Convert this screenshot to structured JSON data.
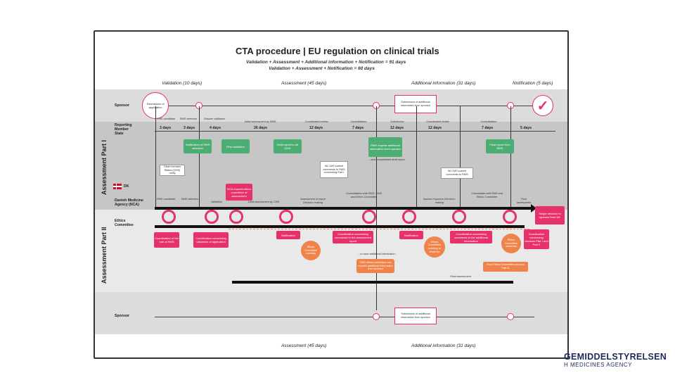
{
  "diagram": {
    "title": "CTA procedure | EU regulation on clinical trials",
    "subtitles": [
      "Validation + Assessment + Additional information + Notification = 91 days",
      "Validation + Assessment + Notification = 60 days"
    ],
    "phases_top": {
      "validation": "Validation (10 days)",
      "assessment": "Assessment (45 days)",
      "additional": "Additional information (31 days)",
      "notification": "Notification (5 days)"
    },
    "phases_bottom": {
      "assessment": "Assessment (45 days)",
      "additional": "Additional information (31 days)"
    },
    "row_labels": {
      "sponsor_top": "Sponsor",
      "rms": "Reporting Member State",
      "dk": "DK",
      "nca": "Danish Medicine Agency (NCA)",
      "ethics": "Ethics Committee",
      "sponsor_bottom": "Sponsor"
    },
    "part_labels": {
      "part1": "Assessment Part I",
      "part2": "Assessment Part II"
    },
    "sponsor_boxes": {
      "submission": "Submission of application",
      "additional_top": "Submission of additional information from sponsor",
      "additional_bottom": "Submission of additional information from sponsor"
    },
    "rms_steps": [
      {
        "title": "RMS candidate",
        "days": "3 days"
      },
      {
        "title": "RMS selection",
        "days": "3 days"
      },
      {
        "title": "Dossier validation",
        "days": "4 days"
      },
      {
        "title": "Initial assessment by RMS",
        "days": "26 days"
      },
      {
        "title": "Coordinated review",
        "days": "12 days"
      },
      {
        "title": "Consolidation",
        "days": "7 days"
      },
      {
        "title": "Submission",
        "days": "12 days"
      },
      {
        "title": "Coordinated review",
        "days": "12 days"
      },
      {
        "title": "Consolidation",
        "days": "7 days"
      },
      {
        "title": "",
        "days": "5 days"
      }
    ],
    "green_boxes": [
      "Notification of RMS selection",
      "First validation",
      "Draft report to all CMS",
      "RMS request additional information from sponsor",
      "Final report from RMS"
    ],
    "white_boxes": {
      "cms_notify": "Other member States (CMS) notify",
      "all_cms_submit": "All CMS submit comments to RMS concerning Part I",
      "all_cms_submit2": "All CMS submit comments to RMS",
      "rms_consolidate_note": "...and consolidated draft report"
    },
    "nca_labels": [
      "RMS candidate",
      "RMS selection",
      "Validation",
      "Initial assessment by CMS",
      "Assessment of report Decision-making",
      "Consolidation with RMS, CMS and Ethics Committee",
      "Assess response Decision-making",
      "Consolidate with RMS and Ethics Committee",
      "Final assessment"
    ],
    "nca_pink": "NCA request ethics committee of assessment",
    "dk_final": "Single decision to sponsor from DK",
    "ethics_pink": [
      "Coordination of the role of RMS",
      "Coordination concerning validation of application",
      "Notification",
      "Coordination concerning comments to the assessment report",
      "Notification",
      "Coordination concerning comments to the additional information",
      "Coordination concerning decision Part I and Part II"
    ],
    "ethics_orange": [
      "Ethics Committee meeting",
      "Ethics Committee meeting or chairman",
      "Ethics Committee chairman"
    ],
    "ethics_notes": {
      "additional_request": "...in case additional information...",
      "cms_ethics_request": "CMS ethics committee can request additional information from sponsor",
      "final_decision": "Final Ethics Committee decision Part III",
      "final_assessment": "Final assessment"
    },
    "agency": {
      "name": "GEMIDDELSTYRELSEN",
      "sub": "H MEDICINES AGENCY"
    },
    "colors": {
      "pink": "#e6316a",
      "green": "#4cae72",
      "orange": "#f0834a",
      "navy": "#1c2b5a",
      "check": "#e6316a"
    }
  }
}
